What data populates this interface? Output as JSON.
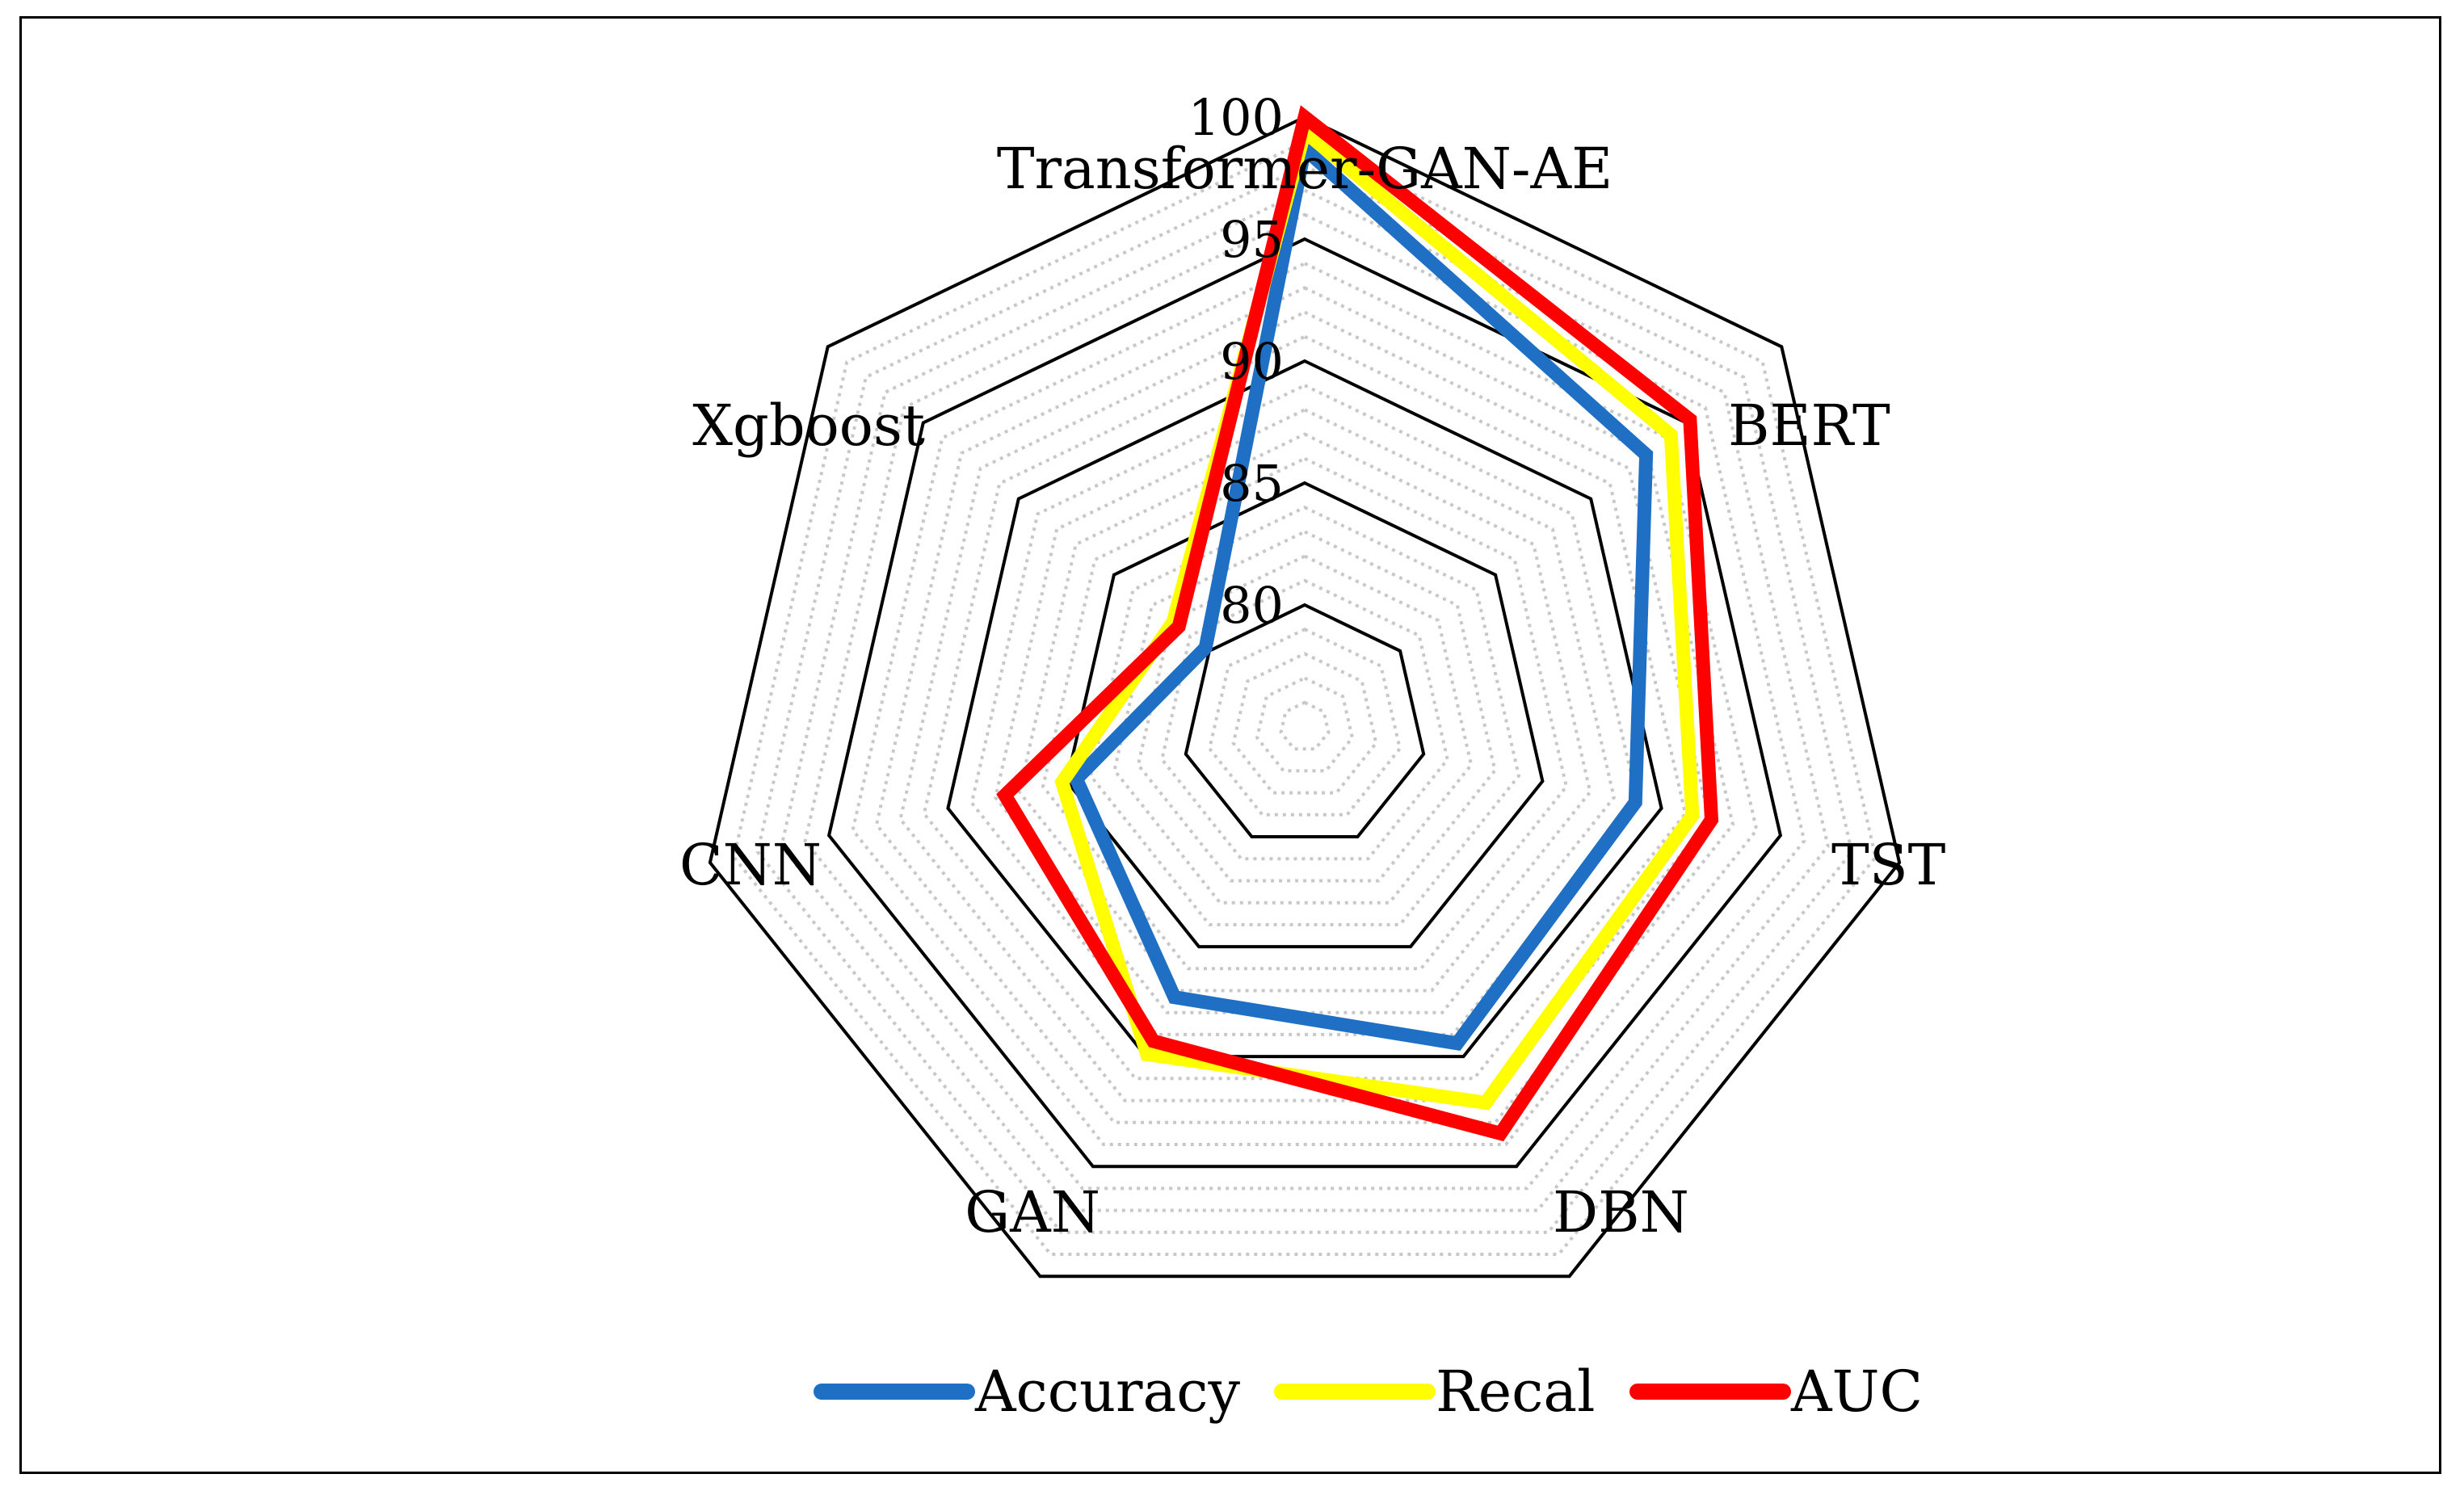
{
  "chart_data": {
    "type": "radar",
    "categories": [
      "Transformer-GAN-AE",
      "BERT",
      "TST",
      "DBN",
      "GAN",
      "CNN",
      "Xgboost"
    ],
    "axis_range": [
      75,
      100
    ],
    "ticks": [
      80,
      85,
      90,
      95,
      100
    ],
    "minor_grid_step": 1,
    "grid": true,
    "legend_position": "bottom",
    "series": [
      {
        "name": "Accuracy",
        "color": "#1f6fc5",
        "values": [
          98.7,
          92.9,
          88.9,
          89.4,
          87.3,
          84.6,
          80.2
        ]
      },
      {
        "name": "Recal",
        "color": "#ffff00",
        "values": [
          99.4,
          94.2,
          91.3,
          92.1,
          89.9,
          85.2,
          81.9
        ]
      },
      {
        "name": "AUC",
        "color": "#ff0000",
        "values": [
          100.0,
          95.2,
          92.1,
          93.5,
          89.3,
          87.6,
          81.6
        ]
      }
    ]
  }
}
